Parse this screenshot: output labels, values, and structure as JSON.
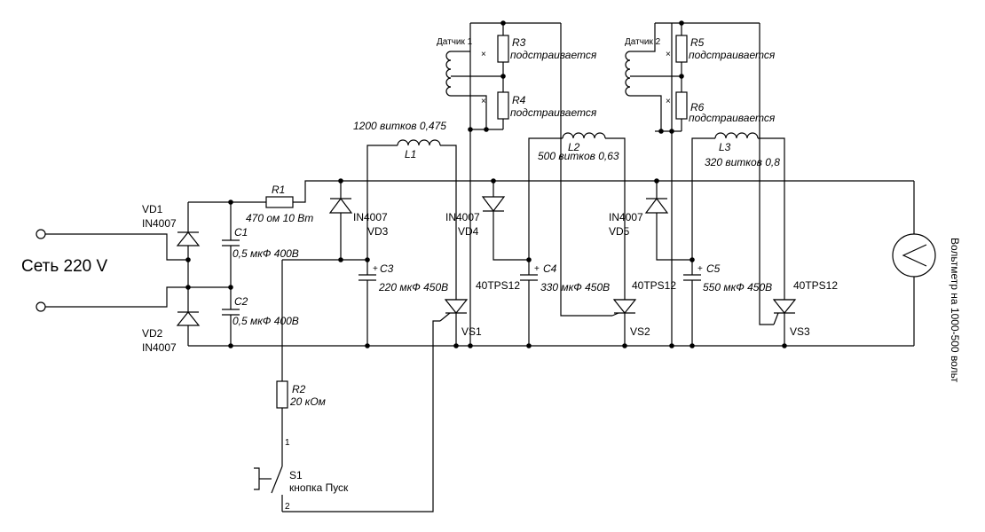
{
  "mains_label": "Сеть 220 V",
  "voltmeter_label": "Вольтметр на 1000-500 вольт",
  "diodes": {
    "vd1": {
      "ref": "VD1",
      "part": "IN4007"
    },
    "vd2": {
      "ref": "VD2",
      "part": "IN4007"
    },
    "vd3": {
      "ref": "VD3",
      "part": "IN4007"
    },
    "vd4": {
      "ref": "VD4",
      "part": "IN4007"
    },
    "vd5": {
      "ref": "VD5",
      "part": "IN4007"
    }
  },
  "capacitors": {
    "c1": {
      "ref": "C1",
      "value": "0,5 мкФ 400В"
    },
    "c2": {
      "ref": "C2",
      "value": "0,5 мкФ 400В"
    },
    "c3": {
      "ref": "C3",
      "value": "220 мкФ 450В"
    },
    "c4": {
      "ref": "C4",
      "value": "330 мкФ 450В"
    },
    "c5": {
      "ref": "C5",
      "value": "550 мкФ 450В"
    }
  },
  "resistors": {
    "r1": {
      "ref": "R1",
      "value": "470 ом 10 Вт"
    },
    "r2": {
      "ref": "R2",
      "value": "20 кОм"
    },
    "r3": {
      "ref": "R3",
      "value": "подстраивается"
    },
    "r4": {
      "ref": "R4",
      "value": "подстраивается"
    },
    "r5": {
      "ref": "R5",
      "value": "подстраивается"
    },
    "r6": {
      "ref": "R6",
      "value": "подстраивается"
    }
  },
  "inductors": {
    "l1": {
      "ref": "L1",
      "value": "1200 витков 0,475"
    },
    "l2": {
      "ref": "L2",
      "value": "500 витков 0,63"
    },
    "l3": {
      "ref": "L3",
      "value": "320 витков 0,8"
    }
  },
  "thyristors": {
    "vs1": {
      "ref": "VS1",
      "part": "40TPS12"
    },
    "vs2": {
      "ref": "VS2",
      "part": "40TPS12"
    },
    "vs3": {
      "ref": "VS3",
      "part": "40TPS12"
    }
  },
  "sensors": {
    "s1": {
      "label": "Датчик 1",
      "cross": "×"
    },
    "s2": {
      "label": "Датчик 2",
      "cross": "×"
    }
  },
  "switch": {
    "ref": "S1",
    "name": "кнопка Пуск",
    "pin1": "1",
    "pin2": "2"
  },
  "polarity_mark": "+"
}
